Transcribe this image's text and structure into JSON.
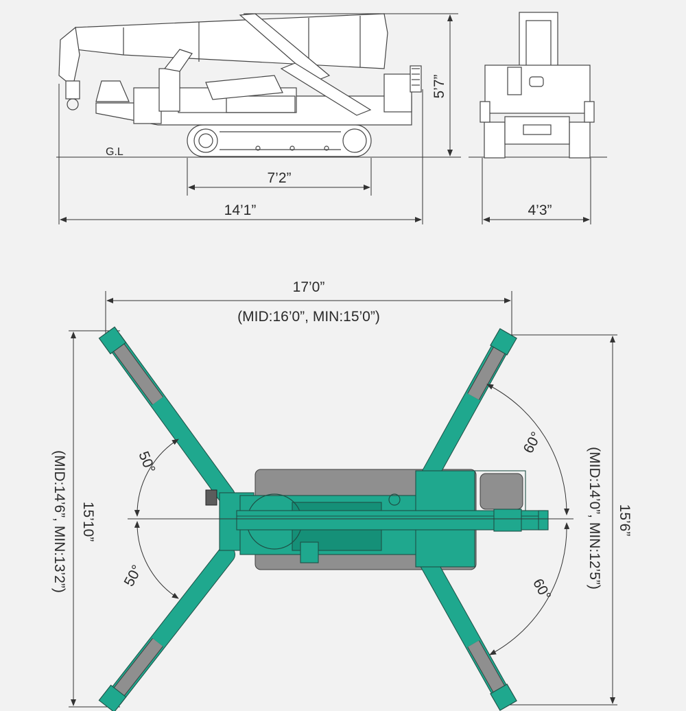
{
  "labels": {
    "ground_line": "G.L",
    "height": "5’7”",
    "track_length": "7’2”",
    "overall_length": "14’1”",
    "overall_width": "4’3”",
    "span_max": "17’0”",
    "span_sub": "(MID:16’0”, MIN:15’0”)",
    "depth_left": "15’10”",
    "depth_left_sub": "(MID:14’6”, MIN:13’2”)",
    "depth_right": "15’6”",
    "depth_right_sub": "(MID:14’0”, MIN:12’5”)",
    "angle_upper_left": "50°",
    "angle_lower_left": "50°",
    "angle_upper_right": "60°",
    "angle_lower_right": "60°"
  },
  "colors": {
    "background": "#f2f2f2",
    "outrigger_teal": "#1fa88e",
    "crawler_gray": "#8f8f8f",
    "line": "#333333"
  }
}
